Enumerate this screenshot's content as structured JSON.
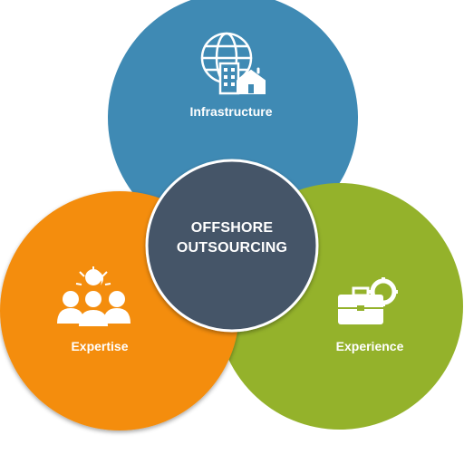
{
  "center": {
    "line1": "OFFSHORE",
    "line2": "OUTSOURCING",
    "color": "#455468"
  },
  "circles": {
    "infrastructure": {
      "label": "Infrastructure",
      "color": "#3f8ab4",
      "icon": "globe-building-house-icon"
    },
    "expertise": {
      "label": "Expertise",
      "color": "#f48d0c",
      "icon": "team-lightbulb-icon"
    },
    "experience": {
      "label": "Experience",
      "color": "#94b22b",
      "icon": "briefcase-gear-icon"
    }
  }
}
